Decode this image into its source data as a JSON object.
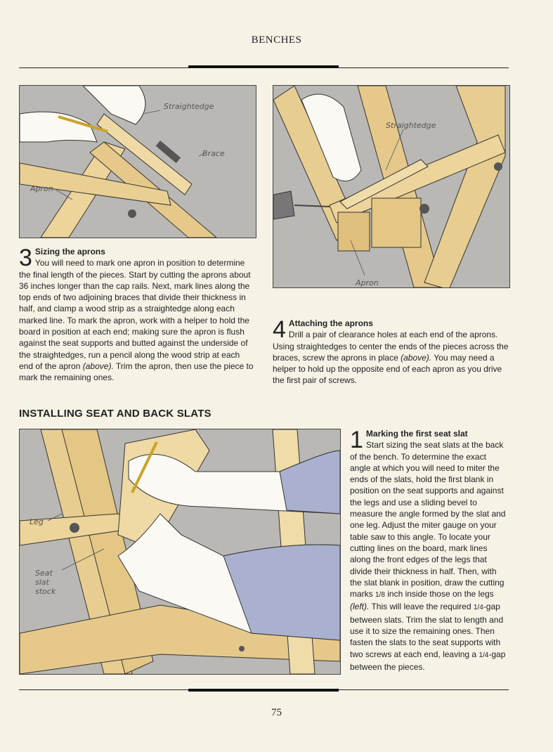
{
  "running_head": "BENCHES",
  "folio": "75",
  "figures": {
    "fig1": {
      "callouts": [
        "Straightedge",
        "Brace",
        "Apron"
      ]
    },
    "fig2": {
      "callouts": [
        "Straightedge",
        "Apron"
      ]
    },
    "fig3": {
      "callouts": [
        "Leg",
        "Seat",
        "slat",
        "stock"
      ]
    }
  },
  "step3": {
    "number": "3",
    "title": "Sizing the aprons",
    "text_1": "You will need to mark one apron in position to determine the final length of the pieces. Start by cutting the aprons about 36 inches longer than the cap rails. Next, mark lines along the top ends of two adjoining braces that divide their thickness in half, and clamp a wood strip as a straightedge along each marked line. To mark the apron, work with a helper to hold the board in position at each end; making sure the apron is flush against the seat supports and butted against the underside of the straightedges, run a pencil along the wood strip at each end of the apron ",
    "ref": "(above).",
    "text_2": " Trim the apron, then use the piece to mark the remaining ones."
  },
  "step4": {
    "number": "4",
    "title": "Attaching the aprons",
    "text_1": "Drill a pair of clearance holes at each end of the aprons. Using straightedges to center the ends of the pieces across the braces, screw the aprons in place ",
    "ref": "(above).",
    "text_2": " You may need a helper to hold up the opposite end of each apron as you drive the first pair of screws."
  },
  "section_heading": "INSTALLING SEAT AND BACK SLATS",
  "step1": {
    "number": "1",
    "title": "Marking the first seat slat",
    "text_1": "Start sizing the seat slats at the back of the bench. To determine the exact angle at which you will need to miter the ends of the slats, hold the first blank in position on the seat supports and against the legs and use a sliding bevel to measure the angle formed by the slat and one leg. Adjust the miter gauge on your table saw to this angle. To locate your cutting lines on the board, mark lines along the front edges of the legs that divide their thickness in half. Then, with the slat blank in position, draw the cutting marks ",
    "frac_1": "1/8",
    "text_2": " inch inside those on the legs ",
    "ref": "(left).",
    "text_3": " This will leave the required ",
    "frac_2": "1/4",
    "text_4": "-gap between slats. Trim the slat to length and use it to size the remaining ones. Then fasten the slats to the seat supports with two screws at each end, leaving a ",
    "frac_3": "1/4",
    "text_5": "-gap between the pieces."
  }
}
